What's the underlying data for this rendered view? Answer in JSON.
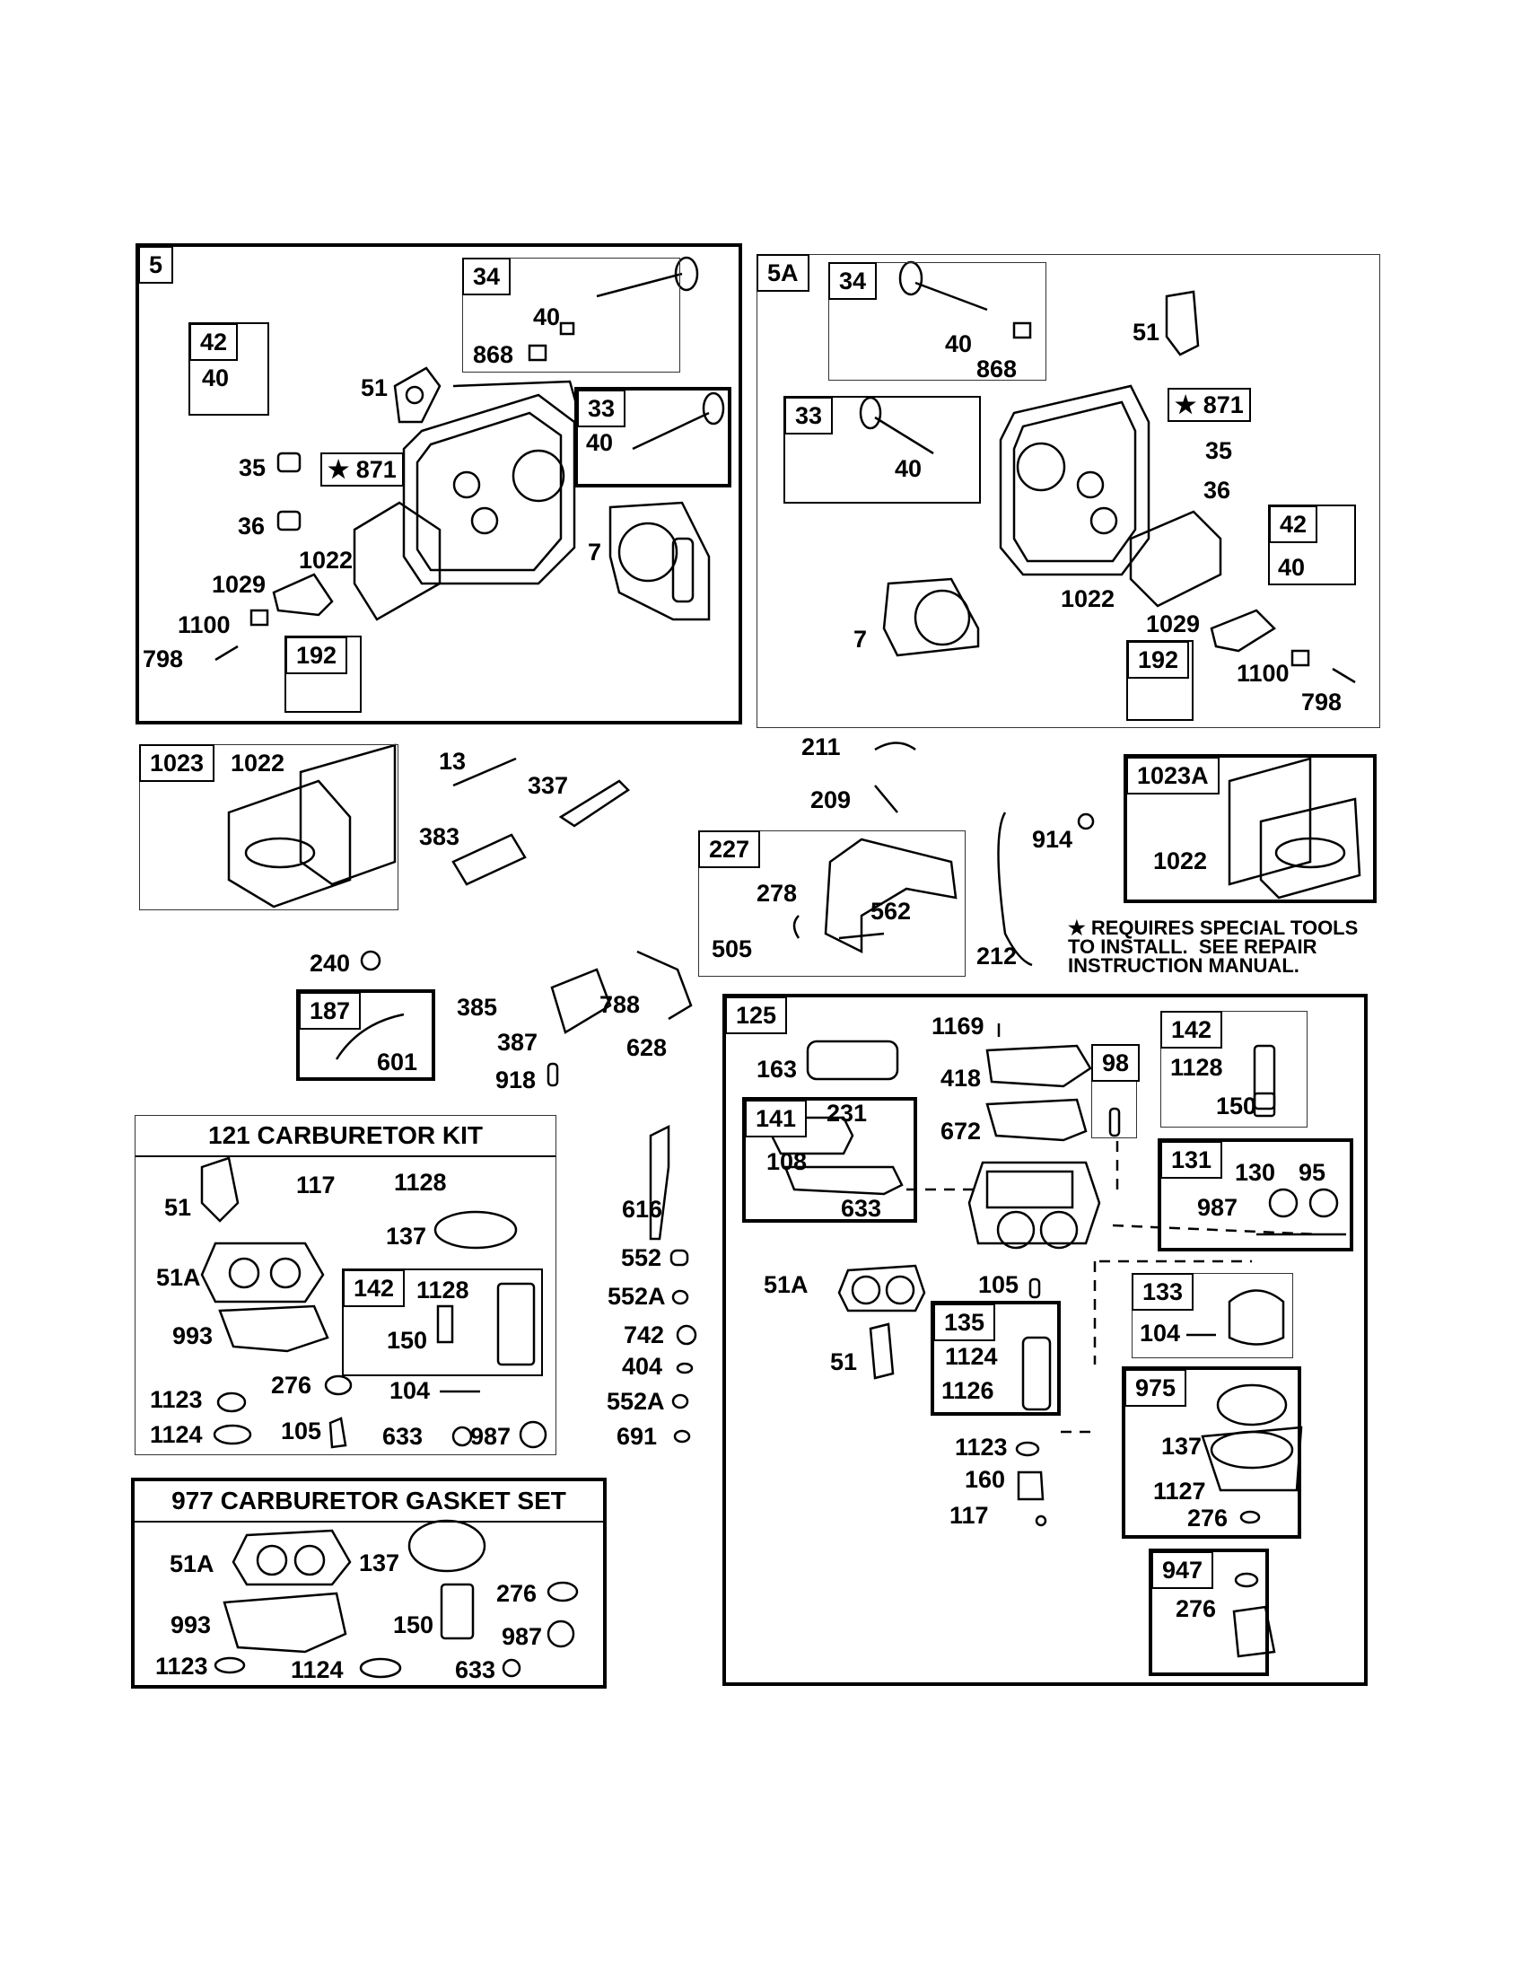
{
  "section_5": {
    "tag": "5",
    "sub_34": {
      "tag": "34",
      "l40": "40",
      "l868": "868"
    },
    "sub_42": {
      "tag": "42",
      "l40": "40"
    },
    "sub_33": {
      "tag": "33",
      "l40": "40"
    },
    "sub_192": {
      "tag": "192"
    },
    "l51": "51",
    "l871": "★ 871",
    "l35": "35",
    "l36": "36",
    "l7": "7",
    "l1022": "1022",
    "l1029": "1029",
    "l1100": "1100",
    "l798": "798"
  },
  "section_5a": {
    "tag": "5A",
    "sub_34": {
      "tag": "34",
      "l40": "40",
      "l868": "868"
    },
    "sub_33": {
      "tag": "33",
      "l40": "40"
    },
    "sub_42": {
      "tag": "42",
      "l40": "40"
    },
    "sub_192": {
      "tag": "192"
    },
    "l51": "51",
    "l871": "★ 871",
    "l35": "35",
    "l36": "36",
    "l7": "7",
    "l1022": "1022",
    "l1029": "1029",
    "l1100": "1100",
    "l798": "798"
  },
  "section_1023": {
    "tag": "1023",
    "l1022": "1022"
  },
  "section_1023a": {
    "tag": "1023A",
    "l1022": "1022"
  },
  "section_227": {
    "tag": "227",
    "l278": "278",
    "l562": "562",
    "l505": "505"
  },
  "section_187": {
    "tag": "187",
    "l601": "601"
  },
  "loose": {
    "l13": "13",
    "l337": "337",
    "l383": "383",
    "l211": "211",
    "l209": "209",
    "l914": "914",
    "l212": "212",
    "l240": "240",
    "l385": "385",
    "l387": "387",
    "l788": "788",
    "l628": "628",
    "l918": "918",
    "l616": "616",
    "l552": "552",
    "l552a_1": "552A",
    "l742": "742",
    "l404": "404",
    "l552a_2": "552A",
    "l691": "691"
  },
  "note": "★ REQUIRES SPECIAL TOOLS\nTO INSTALL.  SEE REPAIR\nINSTRUCTION MANUAL.",
  "kit_121": {
    "title": "121 CARBURETOR KIT",
    "l51": "51",
    "l117": "117",
    "l1128": "1128",
    "l137": "137",
    "l51a": "51A",
    "l993": "993",
    "sub_142": {
      "tag": "142",
      "l1128": "1128",
      "l150": "150"
    },
    "l1123": "1123",
    "l276": "276",
    "l104": "104",
    "l1124": "1124",
    "l105": "105",
    "l633": "633",
    "l987": "987"
  },
  "kit_977": {
    "title": "977 CARBURETOR GASKET SET",
    "l51a": "51A",
    "l137": "137",
    "l276": "276",
    "l993": "993",
    "l150": "150",
    "l987": "987",
    "l1123": "1123",
    "l1124": "1124",
    "l633": "633"
  },
  "section_125": {
    "tag": "125",
    "l163": "163",
    "l1169": "1169",
    "l418": "418",
    "l672": "672",
    "sub_141": {
      "tag": "141",
      "l231": "231",
      "l108": "108",
      "l633": "633"
    },
    "sub_98": {
      "tag": "98"
    },
    "sub_142": {
      "tag": "142",
      "l1128": "1128",
      "l150": "150"
    },
    "sub_131": {
      "tag": "131",
      "l130": "130",
      "l95": "95",
      "l987": "987"
    },
    "l51a": "51A",
    "l105": "105",
    "l51": "51",
    "sub_135": {
      "tag": "135",
      "l1124": "1124",
      "l1126": "1126"
    },
    "sub_133": {
      "tag": "133",
      "l104": "104"
    },
    "sub_975": {
      "tag": "975",
      "l137": "137",
      "l1127": "1127",
      "l276": "276"
    },
    "sub_947": {
      "tag": "947",
      "l276": "276"
    },
    "l1123": "1123",
    "l160": "160",
    "l117": "117"
  }
}
